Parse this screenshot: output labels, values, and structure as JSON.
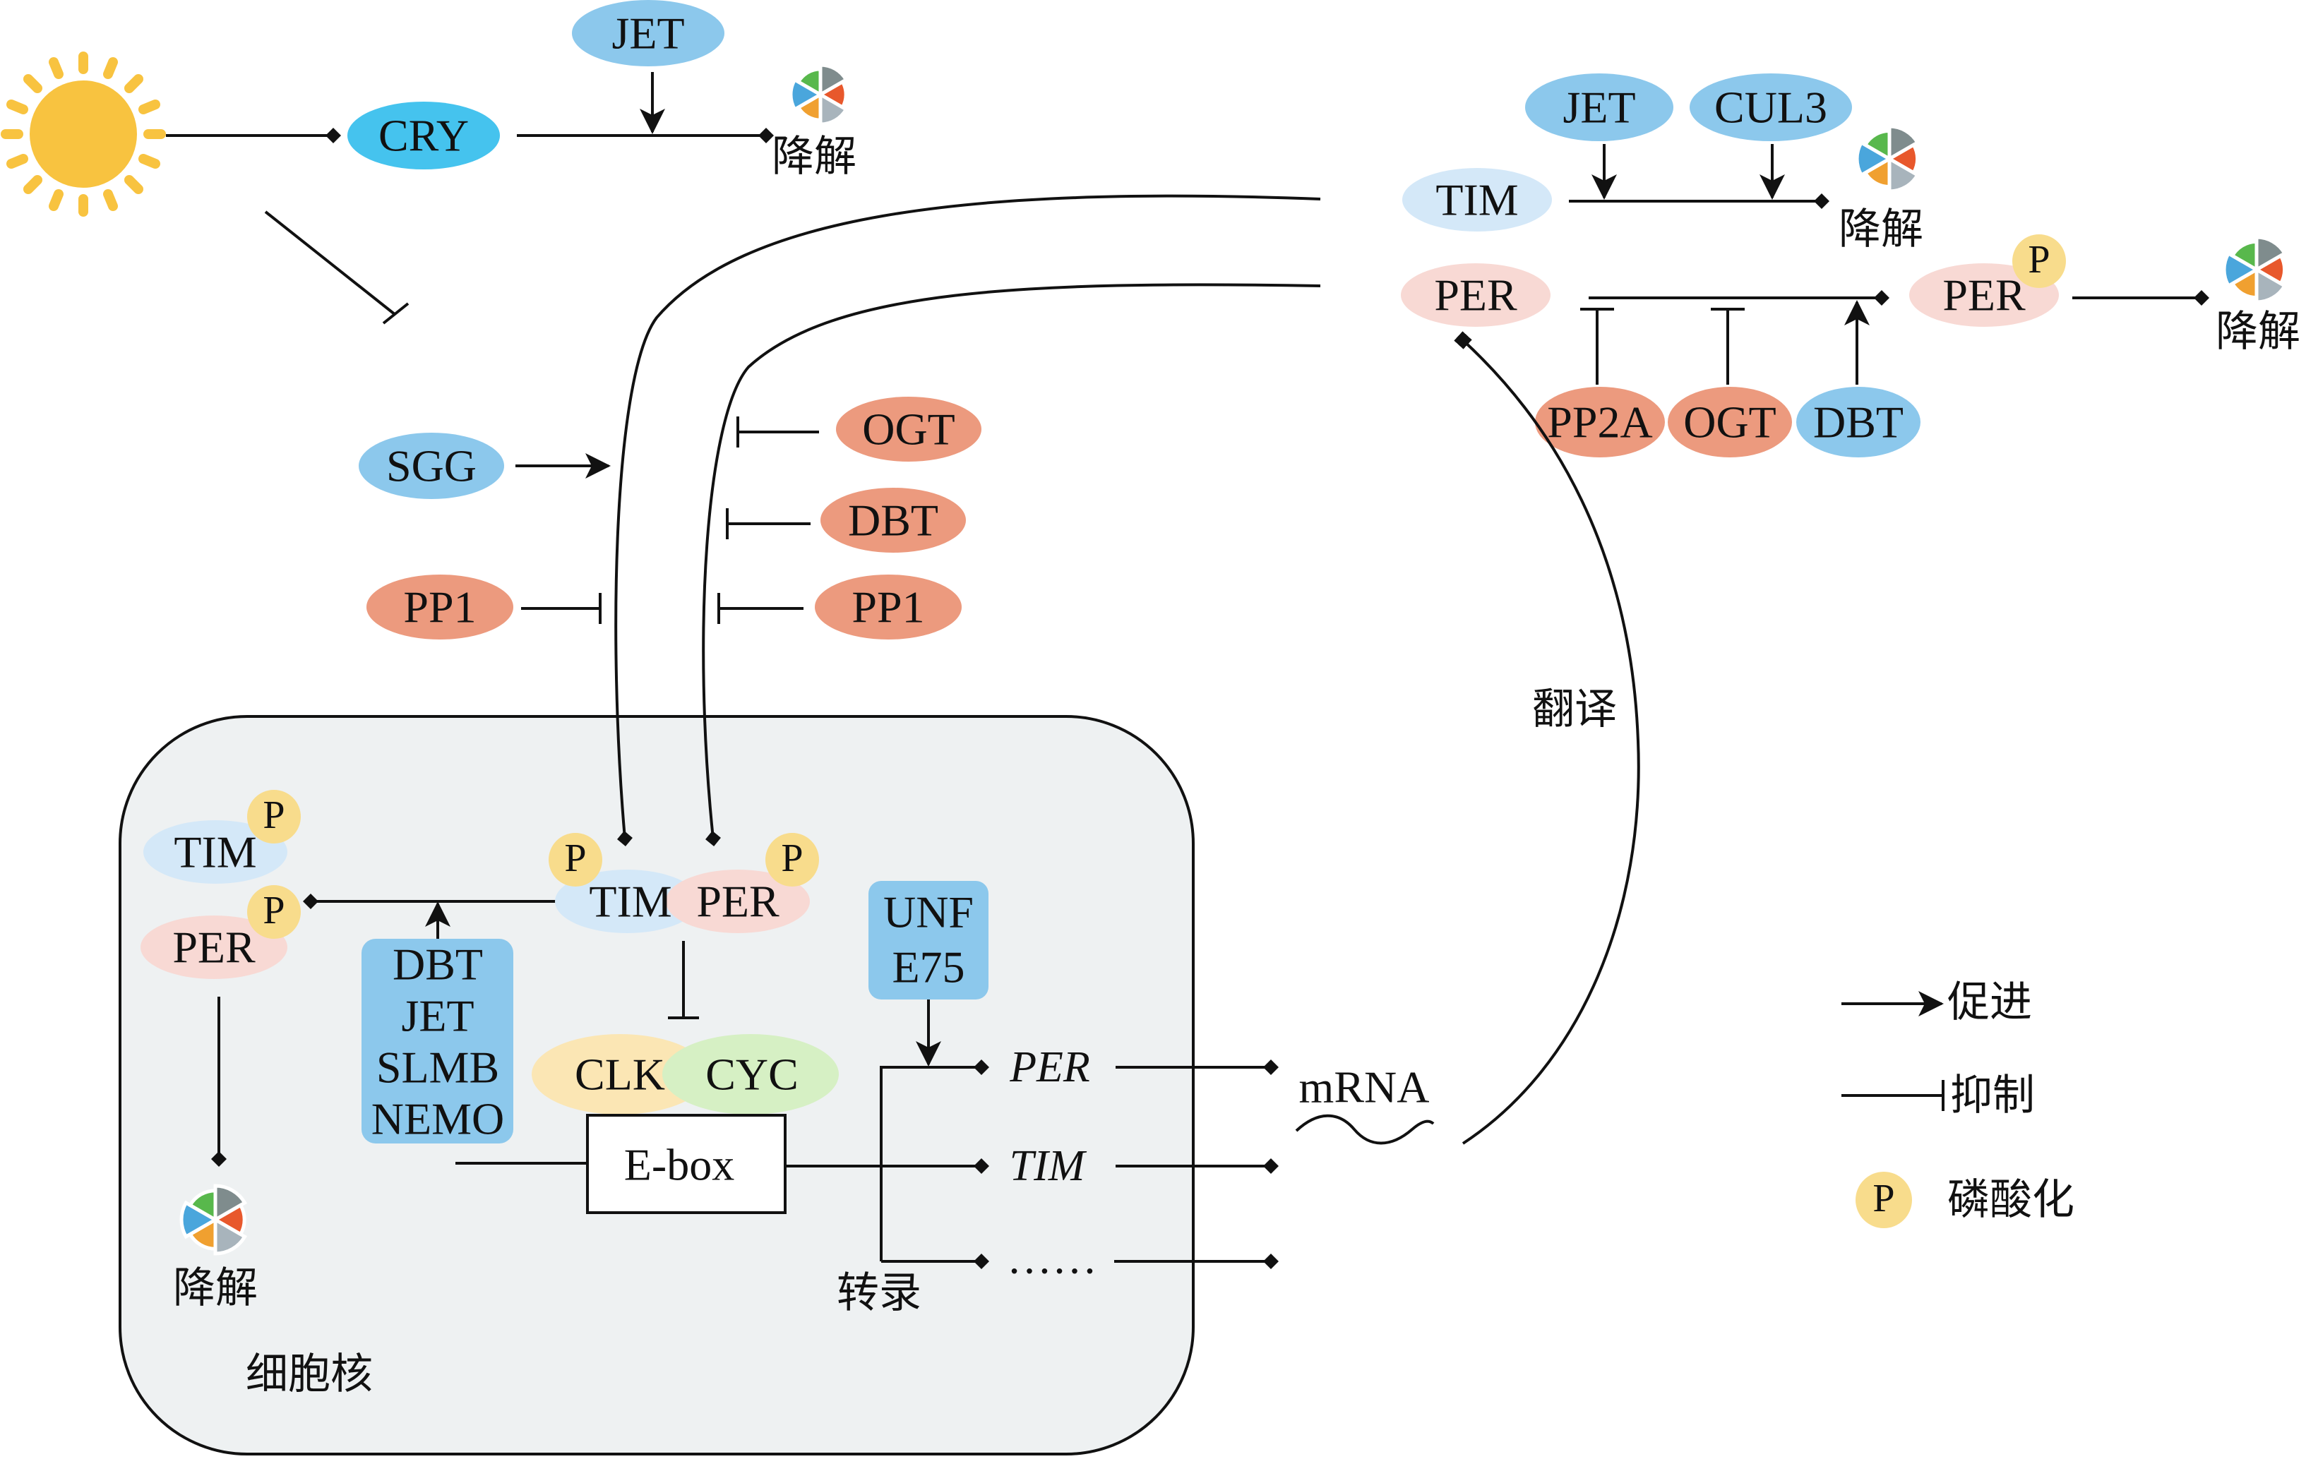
{
  "colors": {
    "blue": "#8cc8ec",
    "blue_light": "#d4e8f8",
    "cyan": "#45c3ee",
    "salmon": "#ec9a7e",
    "pink_light": "#f8d9d4",
    "yellow": "#f8dc8c",
    "yellow_light": "#fbe6b4",
    "green_light": "#d6f0c4",
    "nucleus_fill": "#eef1f2",
    "sun": "#f8c340",
    "pie": [
      "#7f8c8d",
      "#e8582c",
      "#a8b4bc",
      "#f0a030",
      "#4aa6dc",
      "#58b84c"
    ]
  },
  "cytoplasm": {
    "cry": "CRY",
    "jet_top": "JET",
    "degrade_1": "降解",
    "jet_right": "JET",
    "cul3": "CUL3",
    "tim": "TIM",
    "degrade_2": "降解",
    "per": "PER",
    "per_p": "PER",
    "p_per": "P",
    "degrade_3": "降解",
    "pp2a": "PP2A",
    "ogt_right": "OGT",
    "dbt_right": "DBT",
    "sgg": "SGG",
    "ogt_mid": "OGT",
    "dbt_mid": "DBT",
    "pp1_left": "PP1",
    "pp1_right": "PP1",
    "translation": "翻译"
  },
  "nucleus": {
    "label": "细胞核",
    "tim_p": "TIM",
    "p_tim_left": "P",
    "per_p": "PER",
    "p_per_left": "P",
    "degrade": "降解",
    "kinases": [
      "DBT",
      "JET",
      "SLMB",
      "NEMO"
    ],
    "p_tim": "P",
    "tim": "TIM",
    "per": "PER",
    "p_per": "P",
    "clk": "CLK",
    "cyc": "CYC",
    "ebox": "E-box",
    "unf": [
      "UNF",
      "E75"
    ],
    "gene_per": "PER",
    "gene_tim": "TIM",
    "gene_more": "……",
    "transcription": "转录",
    "mrna": "mRNA"
  },
  "legend": {
    "promote": "促进",
    "inhibit": "抑制",
    "p": "P",
    "phosphorylation": "磷酸化"
  }
}
